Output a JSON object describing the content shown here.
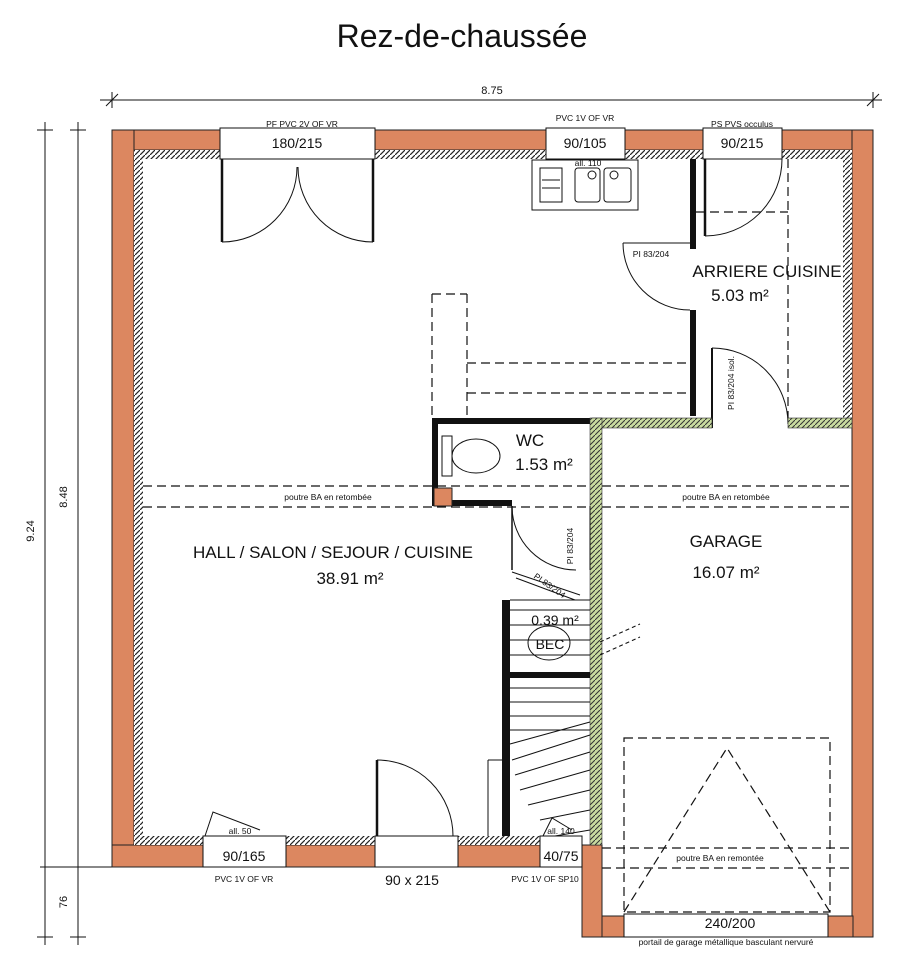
{
  "title": "Rez-de-chaussée",
  "dimensions": {
    "total_width": "8.75",
    "total_height": "9.24",
    "inner_height": "8.48",
    "garage_step": "76"
  },
  "rooms": {
    "living": {
      "name": "HALL / SALON / SEJOUR / CUISINE",
      "area": "38.91 m²"
    },
    "back_kitchen": {
      "name": "ARRIERE CUISINE",
      "area": "5.03 m²"
    },
    "wc": {
      "name": "WC",
      "area": "1.53 m²"
    },
    "garage": {
      "name": "GARAGE",
      "area": "16.07 m²"
    },
    "bec": {
      "name": "BEC",
      "area": "0.39 m²"
    }
  },
  "openings": {
    "french_door": {
      "type": "PF PVC 2V OF VR",
      "size": "180/215"
    },
    "kitchen_window": {
      "type": "PVC 1V OF VR",
      "size": "90/105"
    },
    "back_door": {
      "type": "PS PVS occulus",
      "size": "90/215"
    },
    "front_window": {
      "type": "PVC 1V OF VR",
      "size": "90/165",
      "sill": "all. 50"
    },
    "entry_door": {
      "size": "90 x 215"
    },
    "stair_window": {
      "type": "PVC 1V OF SP10",
      "size": "40/75",
      "sill": "all. 140"
    },
    "garage_door": {
      "size": "240/200",
      "type": "portail de garage métallique basculant nervuré"
    }
  },
  "interior_doors": {
    "kitchen_door": "PI 83/204",
    "back_kitchen_door": "PI 83/204 isol.",
    "wc_door": "PI 83/204",
    "bec_door": "PI 83/204"
  },
  "beams": {
    "left": "poutre BA en retombée",
    "right": "poutre BA en retombée",
    "garage": "poutre BA en remontée"
  },
  "fixtures": {
    "sink_label": "all. 110"
  }
}
